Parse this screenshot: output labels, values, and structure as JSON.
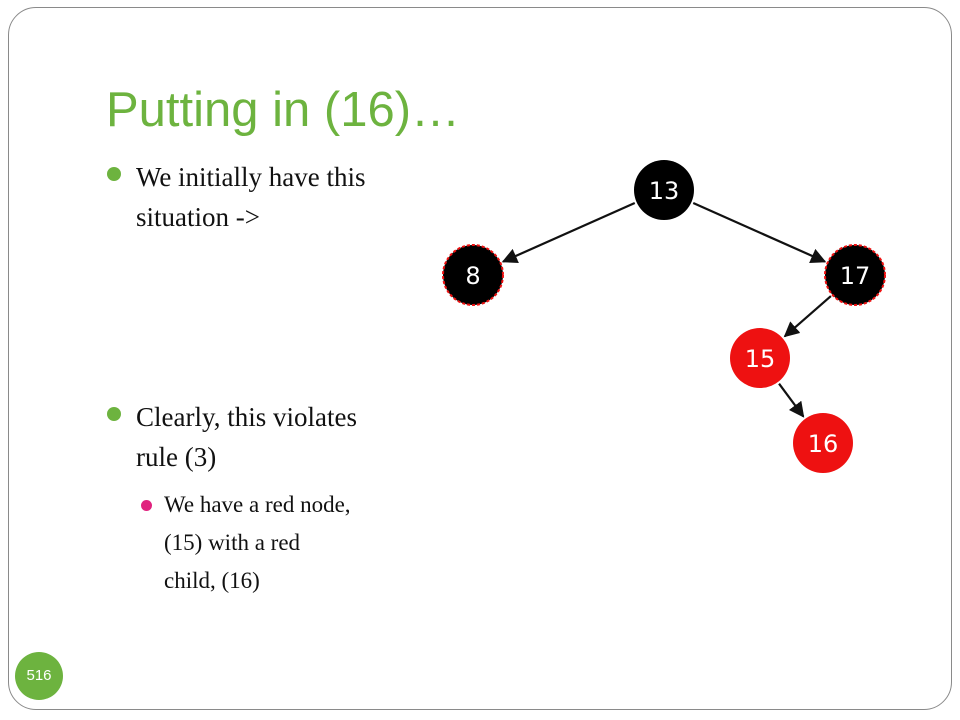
{
  "slide": {
    "title": "Putting in (16)…",
    "bullets": [
      {
        "lines": [
          "We initially have this",
          "situation  ->"
        ]
      },
      {
        "lines": [
          "Clearly, this violates",
          "rule (3)"
        ]
      }
    ],
    "sub_bullets": [
      {
        "lines": [
          "We have a red node,",
          "(15) with a red",
          "child, (16)"
        ]
      }
    ],
    "page_number": "516"
  },
  "tree": {
    "nodes": [
      {
        "id": "n13",
        "label": "13",
        "color": "black"
      },
      {
        "id": "n8",
        "label": "8",
        "color": "black"
      },
      {
        "id": "n17",
        "label": "17",
        "color": "black"
      },
      {
        "id": "n15",
        "label": "15",
        "color": "red"
      },
      {
        "id": "n16",
        "label": "16",
        "color": "red"
      }
    ],
    "edges": [
      {
        "from": "n13",
        "to": "n8"
      },
      {
        "from": "n13",
        "to": "n17"
      },
      {
        "from": "n17",
        "to": "n15"
      },
      {
        "from": "n15",
        "to": "n16"
      }
    ]
  },
  "colors": {
    "title": "#6db33f",
    "bullet": "#6db33f",
    "sub_bullet": "#e0227e",
    "black_node": "#000000",
    "red_node": "#ee1111",
    "page_badge": "#6db33f"
  }
}
